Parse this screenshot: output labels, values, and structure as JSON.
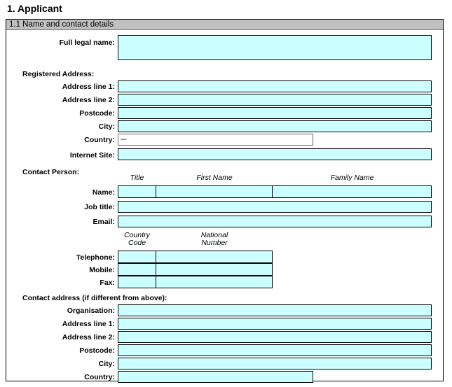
{
  "section": {
    "title": "1. Applicant",
    "subsection_title": "1.1 Name and contact details"
  },
  "colors": {
    "field_fill": "#ccffff",
    "header_bar": "#c0c0c0",
    "border": "#000000"
  },
  "fields": {
    "full_legal_name_label": "Full legal name:",
    "full_legal_name_value": ""
  },
  "registered_address": {
    "group_label": "Registered Address:",
    "rows": [
      {
        "label": "Address line 1:",
        "value": ""
      },
      {
        "label": "Address line 2:",
        "value": ""
      },
      {
        "label": "Postcode:",
        "value": ""
      },
      {
        "label": "City:",
        "value": ""
      },
      {
        "label": "Country:",
        "value": "---"
      }
    ],
    "internet_site_label": "Internet Site:",
    "internet_site_value": ""
  },
  "contact_person": {
    "group_label": "Contact Person:",
    "name_headers": [
      "Title",
      "First Name",
      "Family Name"
    ],
    "name_label": "Name:",
    "name_values": [
      "",
      "",
      ""
    ],
    "job_title_label": "Job title:",
    "job_title_value": "",
    "email_label": "Email:",
    "email_value": "",
    "phone_headers": [
      {
        "line1": "Country",
        "line2": "Code"
      },
      {
        "line1": "National",
        "line2": "Number"
      }
    ],
    "phone_rows": [
      {
        "label": "Telephone:",
        "country_code": "",
        "national_number": ""
      },
      {
        "label": "Mobile:",
        "country_code": "",
        "national_number": ""
      },
      {
        "label": "Fax:",
        "country_code": "",
        "national_number": ""
      }
    ]
  },
  "contact_address": {
    "group_label": "Contact address (if different from above):",
    "rows": [
      {
        "label": "Organisation:",
        "value": ""
      },
      {
        "label": "Address line 1:",
        "value": ""
      },
      {
        "label": "Address line 2:",
        "value": ""
      },
      {
        "label": "Postcode:",
        "value": ""
      },
      {
        "label": "City:",
        "value": ""
      },
      {
        "label": "Country:",
        "value": ""
      }
    ]
  }
}
